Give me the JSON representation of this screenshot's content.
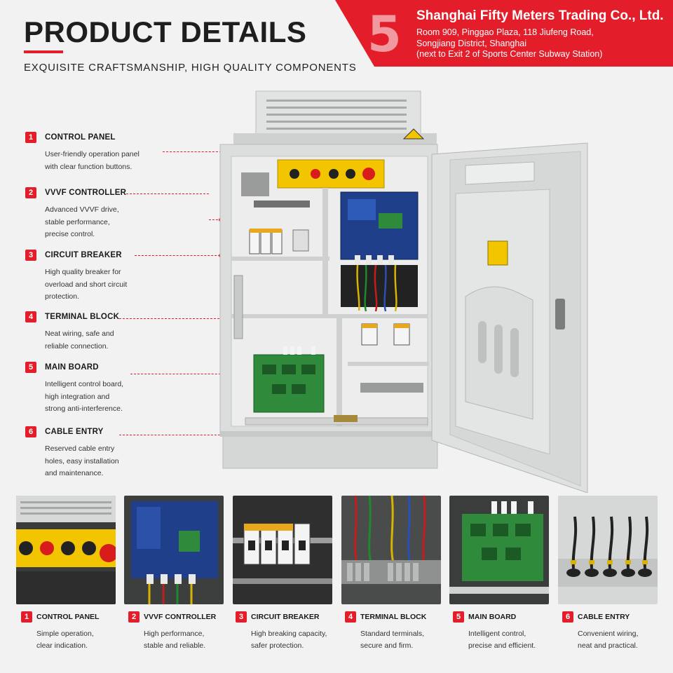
{
  "header": {
    "title": "PRODUCT DETAILS",
    "subtitle": "EXQUISITE CRAFTSMANSHIP, HIGH QUALITY COMPONENTS"
  },
  "banner": {
    "big_number": "5",
    "company": "Shanghai Fifty Meters Trading Co., Ltd.",
    "address": "Room 909, Pinggao Plaza, 118 Jiufeng Road,\nSongjiang District, Shanghai\n(next to Exit 2 of Sports Center Subway Station)"
  },
  "features": [
    {
      "num": "1",
      "title": "CONTROL PANEL",
      "desc": "User-friendly operation panel\nwith clear function buttons."
    },
    {
      "num": "2",
      "title": "VVVF CONTROLLER",
      "desc": "Advanced VVVF drive,\nstable performance,\nprecise control."
    },
    {
      "num": "3",
      "title": "CIRCUIT BREAKER",
      "desc": "High quality breaker for\noverload and short circuit\nprotection."
    },
    {
      "num": "4",
      "title": "TERMINAL BLOCK",
      "desc": "Neat wiring, safe and\nreliable connection."
    },
    {
      "num": "5",
      "title": "MAIN BOARD",
      "desc": "Intelligent control board,\nhigh integration and\nstrong anti-interference."
    },
    {
      "num": "6",
      "title": "CABLE ENTRY",
      "desc": "Reserved cable entry\nholes, easy installation\nand maintenance."
    }
  ],
  "details": [
    {
      "num": "1",
      "title": "CONTROL PANEL",
      "desc": "Simple operation,\nclear indication."
    },
    {
      "num": "2",
      "title": "VVVF CONTROLLER",
      "desc": "High performance,\nstable and reliable."
    },
    {
      "num": "3",
      "title": "CIRCUIT BREAKER",
      "desc": "High breaking capacity,\nsafer protection."
    },
    {
      "num": "4",
      "title": "TERMINAL BLOCK",
      "desc": "Standard terminals,\nsecure and firm."
    },
    {
      "num": "5",
      "title": "MAIN BOARD",
      "desc": "Intelligent control,\nprecise and efficient."
    },
    {
      "num": "6",
      "title": "CABLE ENTRY",
      "desc": "Convenient wiring,\nneat and practical."
    }
  ],
  "colors": {
    "accent": "#e31e2a",
    "cabinet": "#dcdedd",
    "pcb_green": "#2f8a3c",
    "pcb_blue": "#1f3f8a",
    "panel_yellow": "#f2c500"
  }
}
